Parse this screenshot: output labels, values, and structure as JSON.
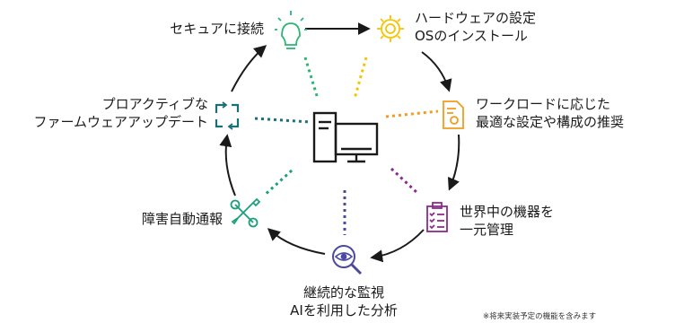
{
  "nodes": {
    "connect": {
      "label": "セキュアに接続",
      "icon": "lightbulb-icon",
      "color": "#2bb673"
    },
    "hardware_setup": {
      "line1": "ハードウェアの設定",
      "line2": "OSのインストール",
      "icon": "gear-icon",
      "color": "#f2c500"
    },
    "workload_setup": {
      "line1": "ワークロードに応じた",
      "line2": "最適な設定や構成の推奨",
      "icon": "settings-document-icon",
      "color": "#f29c1f"
    },
    "device_management": {
      "line1": "世界中の機器を",
      "line2": "一元管理",
      "icon": "clipboard-checklist-icon",
      "color": "#8e2a8e"
    },
    "monitoring": {
      "line1": "継続的な監視",
      "line2": "AIを利用した分析",
      "icon": "eye-magnifier-icon",
      "color": "#4a4aa0"
    },
    "auto_report": {
      "label": "障害自動通報",
      "icon": "wrench-screwdriver-icon",
      "color": "#1aa07a"
    },
    "firmware_update": {
      "line1": "プロアクティブな",
      "line2": "ファームウェアアップデート",
      "icon": "refresh-arrows-icon",
      "color": "#1a6f7a"
    }
  },
  "center_icon": "server-monitor-icon",
  "footnote": "※将来実装予定の機能を含みます"
}
